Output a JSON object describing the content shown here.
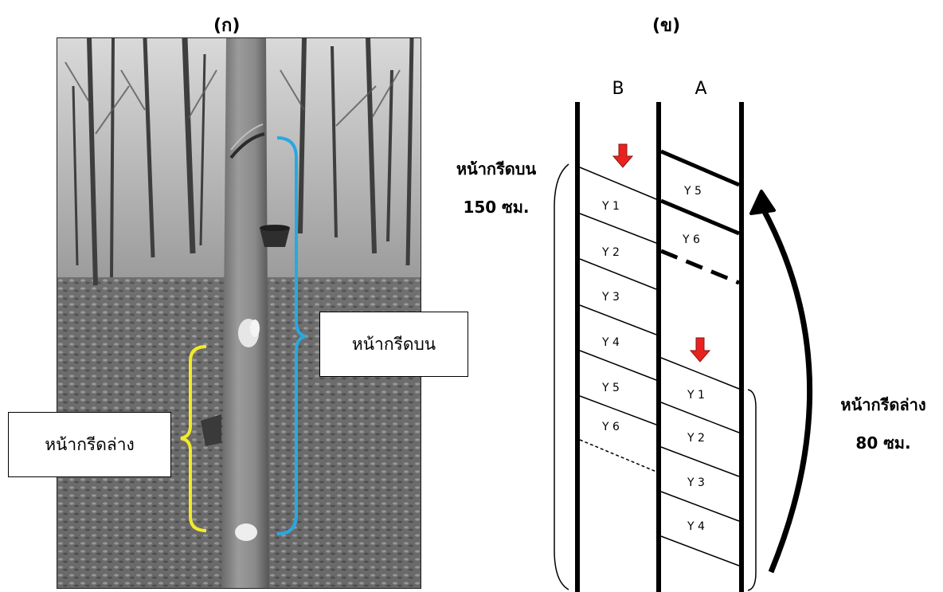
{
  "panels": {
    "left_label": "(ก)",
    "right_label": "(ข)"
  },
  "photo": {
    "callout_upper": "หน้ากรีดบน",
    "callout_lower": "หน้ากรีดล่าง",
    "colors": {
      "upper_bracket": "#29a8e0",
      "lower_bracket": "#f2ea2a"
    }
  },
  "diagram": {
    "column_b": "B",
    "column_a": "A",
    "upper_panel": {
      "title": "หน้ากรีดบน",
      "length": "150 ซม."
    },
    "lower_panel": {
      "title": "หน้ากรีดล่าง",
      "length": "80 ซม."
    },
    "b_years": [
      "Y 1",
      "Y 2",
      "Y 3",
      "Y 4",
      "Y 5",
      "Y 6"
    ],
    "a_upper_years": [
      "Y 5",
      "Y 6"
    ],
    "a_lower_years": [
      "Y 1",
      "Y 2",
      "Y 3",
      "Y 4"
    ],
    "colors": {
      "arrow_marker": "#e8231f"
    }
  }
}
